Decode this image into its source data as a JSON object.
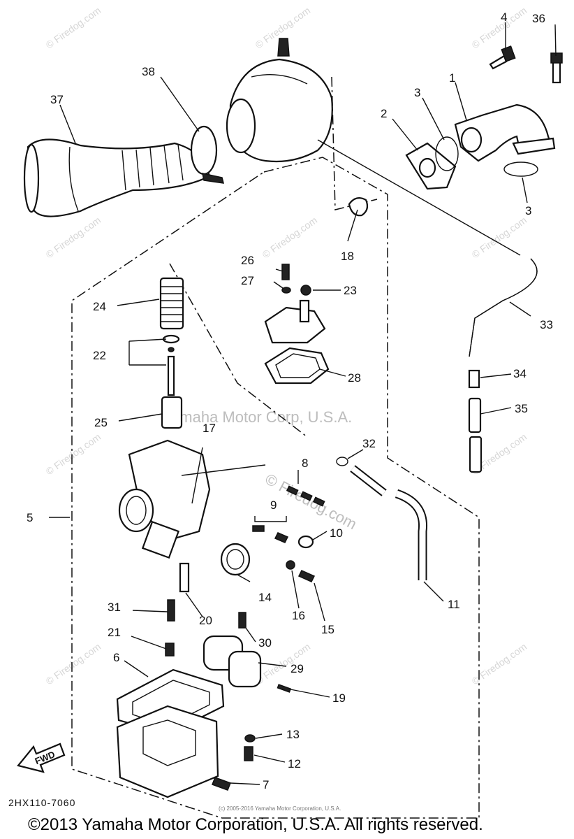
{
  "callouts": {
    "c1": "1",
    "c2": "2",
    "c3a": "3",
    "c3b": "3",
    "c4": "4",
    "c5": "5",
    "c6": "6",
    "c7": "7",
    "c8": "8",
    "c9": "9",
    "c10": "10",
    "c11": "11",
    "c12": "12",
    "c13": "13",
    "c14": "14",
    "c15": "15",
    "c16": "16",
    "c17": "17",
    "c18": "18",
    "c19": "19",
    "c20": "20",
    "c21": "21",
    "c22": "22",
    "c23": "23",
    "c24": "24",
    "c25": "25",
    "c26": "26",
    "c27": "27",
    "c28": "28",
    "c29": "29",
    "c30": "30",
    "c31": "31",
    "c32": "32",
    "c33": "33",
    "c34": "34",
    "c35": "35",
    "c36": "36",
    "c37": "37",
    "c38": "38"
  },
  "fwd_label": "FWD",
  "watermarks": {
    "site": "© Firedog.com",
    "center": "Yamaha Motor Corp, U.S.A."
  },
  "footer": {
    "diagram_code": "2HX110-7060",
    "small_copyright": "(c) 2005-2016 Yamaha Motor Corporation, U.S.A.",
    "copyright": "©2013 Yamaha Motor Corporation, U.S.A. All rights reserved."
  }
}
